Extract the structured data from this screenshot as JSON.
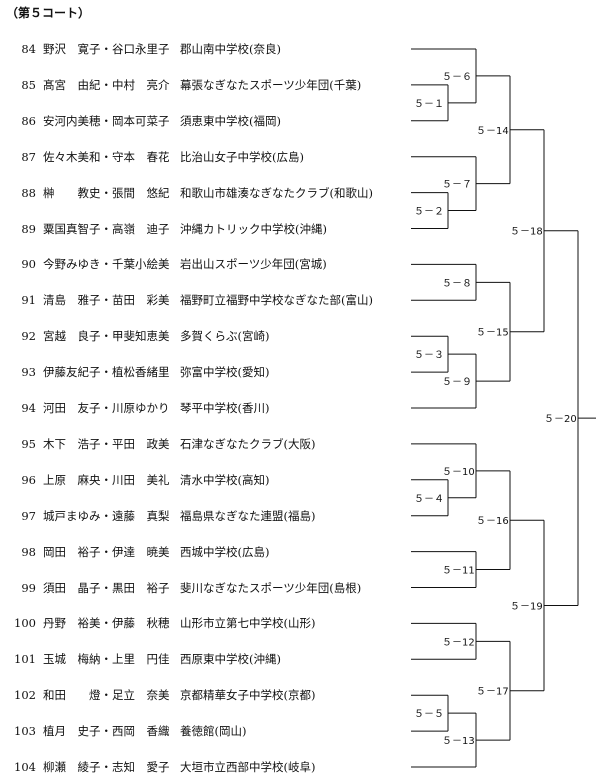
{
  "court_title": "（第５コート）",
  "entries": [
    {
      "no": "84",
      "players": "野沢　寛子・谷口永里子",
      "school": "郡山南中学校(奈良)"
    },
    {
      "no": "85",
      "players": "髙宮　由紀・中村　亮介",
      "school": "幕張なぎなたスポーツ少年団(千葉)"
    },
    {
      "no": "86",
      "players": "安河内美穂・岡本可菜子",
      "school": "須恵東中学校(福岡)"
    },
    {
      "no": "87",
      "players": "佐々木美和・守本　春花",
      "school": "比治山女子中学校(広島)"
    },
    {
      "no": "88",
      "players": "榊　　教史・張間　悠紀",
      "school": "和歌山市雄湊なぎなたクラブ(和歌山)"
    },
    {
      "no": "89",
      "players": "粟国真智子・高嶺　迪子",
      "school": "沖縄カトリック中学校(沖縄)"
    },
    {
      "no": "90",
      "players": "今野みゆき・千葉小絵美",
      "school": "岩出山スポーツ少年団(宮城)"
    },
    {
      "no": "91",
      "players": "清島　雅子・苗田　彩美",
      "school": "福野町立福野中学校なぎなた部(富山)"
    },
    {
      "no": "92",
      "players": "宮越　良子・甲斐知恵美",
      "school": "多賀くらぶ(宮崎)"
    },
    {
      "no": "93",
      "players": "伊藤友紀子・植松香緒里",
      "school": "弥富中学校(愛知)"
    },
    {
      "no": "94",
      "players": "河田　友子・川原ゆかり",
      "school": "琴平中学校(香川)"
    },
    {
      "no": "95",
      "players": "木下　浩子・平田　政美",
      "school": "石津なぎなたクラブ(大阪)"
    },
    {
      "no": "96",
      "players": "上原　麻央・川田　美礼",
      "school": "清水中学校(高知)"
    },
    {
      "no": "97",
      "players": "城戸まゆみ・遠藤　真梨",
      "school": "福島県なぎなた連盟(福島)"
    },
    {
      "no": "98",
      "players": "岡田　裕子・伊達　暁美",
      "school": "西城中学校(広島)"
    },
    {
      "no": "99",
      "players": "須田　晶子・黒田　裕子",
      "school": "斐川なぎなたスポーツ少年団(島根)"
    },
    {
      "no": "100",
      "players": "丹野　裕美・伊藤　秋穂",
      "school": "山形市立第七中学校(山形)"
    },
    {
      "no": "101",
      "players": "玉城　梅納・上里　円佳",
      "school": "西原東中学校(沖縄)"
    },
    {
      "no": "102",
      "players": "和田　　燈・足立　奈美",
      "school": "京都精華女子中学校(京都)"
    },
    {
      "no": "103",
      "players": "植月　史子・西岡　香織",
      "school": "養徳館(岡山)"
    },
    {
      "no": "104",
      "players": "柳瀬　綾子・志知　愛子",
      "school": "大垣市立西部中学校(岐阜)"
    }
  ],
  "matches": [
    {
      "id": "m1",
      "label": "５－１"
    },
    {
      "id": "m2",
      "label": "５－２"
    },
    {
      "id": "m3",
      "label": "５－３"
    },
    {
      "id": "m4",
      "label": "５－４"
    },
    {
      "id": "m5",
      "label": "５－５"
    },
    {
      "id": "m6",
      "label": "５－６"
    },
    {
      "id": "m7",
      "label": "５－７"
    },
    {
      "id": "m8",
      "label": "５－８"
    },
    {
      "id": "m9",
      "label": "５－９"
    },
    {
      "id": "m10",
      "label": "５－10"
    },
    {
      "id": "m11",
      "label": "５－11"
    },
    {
      "id": "m12",
      "label": "５－12"
    },
    {
      "id": "m13",
      "label": "５－13"
    },
    {
      "id": "m14",
      "label": "５－14"
    },
    {
      "id": "m15",
      "label": "５－15"
    },
    {
      "id": "m16",
      "label": "５－16"
    },
    {
      "id": "m17",
      "label": "５－17"
    },
    {
      "id": "m18",
      "label": "５－18"
    },
    {
      "id": "m19",
      "label": "５－19"
    },
    {
      "id": "m20",
      "label": "５－20"
    }
  ]
}
